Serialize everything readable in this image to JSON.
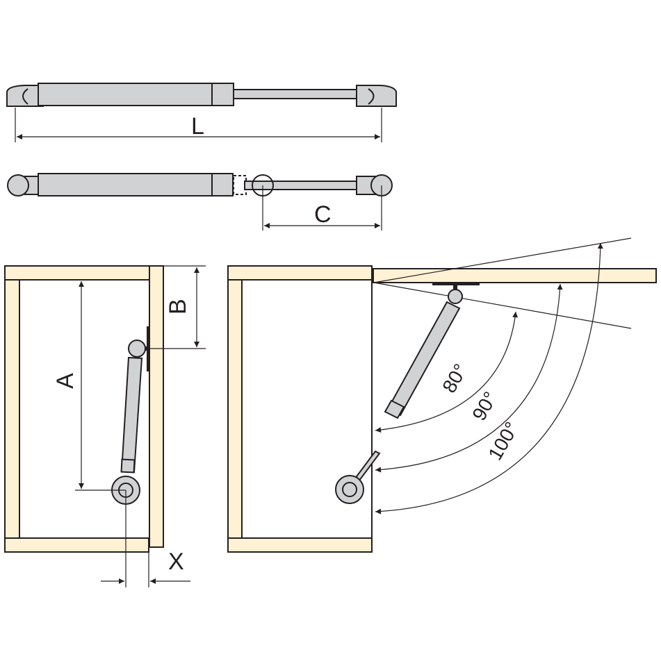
{
  "colors": {
    "wood": "#fef1d4",
    "metal": "#d1d2d4",
    "line": "#231f20"
  },
  "dimensions": {
    "length": "L",
    "stroke": "C",
    "mount_height": "A",
    "top_offset": "B",
    "side_offset": "X"
  },
  "angles": [
    "80°",
    "90°",
    "100°"
  ]
}
